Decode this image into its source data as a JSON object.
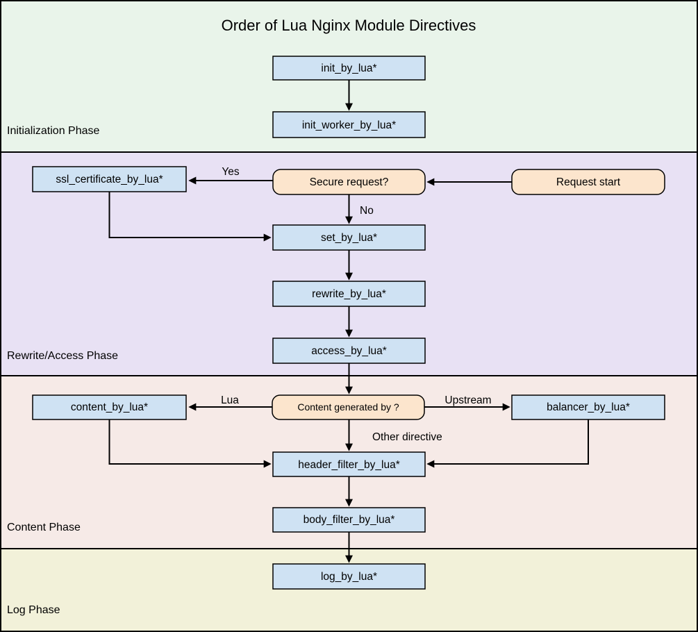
{
  "title": "Order of Lua Nginx Module Directives",
  "colors": {
    "phase_init_bg": "#e9f4ea",
    "phase_rewrite_bg": "#e8e1f4",
    "phase_content_bg": "#f6eae7",
    "phase_log_bg": "#f2f1d9",
    "directive_fill": "#cfe2f3",
    "decision_fill": "#fce5cd",
    "border": "#000000"
  },
  "phases": {
    "initialization": "Initialization Phase",
    "rewrite_access": "Rewrite/Access Phase",
    "content": "Content Phase",
    "log": "Log Phase"
  },
  "nodes": {
    "init_by_lua": "init_by_lua*",
    "init_worker_by_lua": "init_worker_by_lua*",
    "ssl_certificate_by_lua": "ssl_certificate_by_lua*",
    "secure_request": "Secure request?",
    "request_start": "Request start",
    "set_by_lua": "set_by_lua*",
    "rewrite_by_lua": "rewrite_by_lua*",
    "access_by_lua": "access_by_lua*",
    "content_by_lua": "content_by_lua*",
    "content_generated_by": "Content generated by ?",
    "balancer_by_lua": "balancer_by_lua*",
    "header_filter_by_lua": "header_filter_by_lua*",
    "body_filter_by_lua": "body_filter_by_lua*",
    "log_by_lua": "log_by_lua*"
  },
  "edge_labels": {
    "yes": "Yes",
    "no": "No",
    "lua": "Lua",
    "upstream": "Upstream",
    "other_directive": "Other directive"
  }
}
